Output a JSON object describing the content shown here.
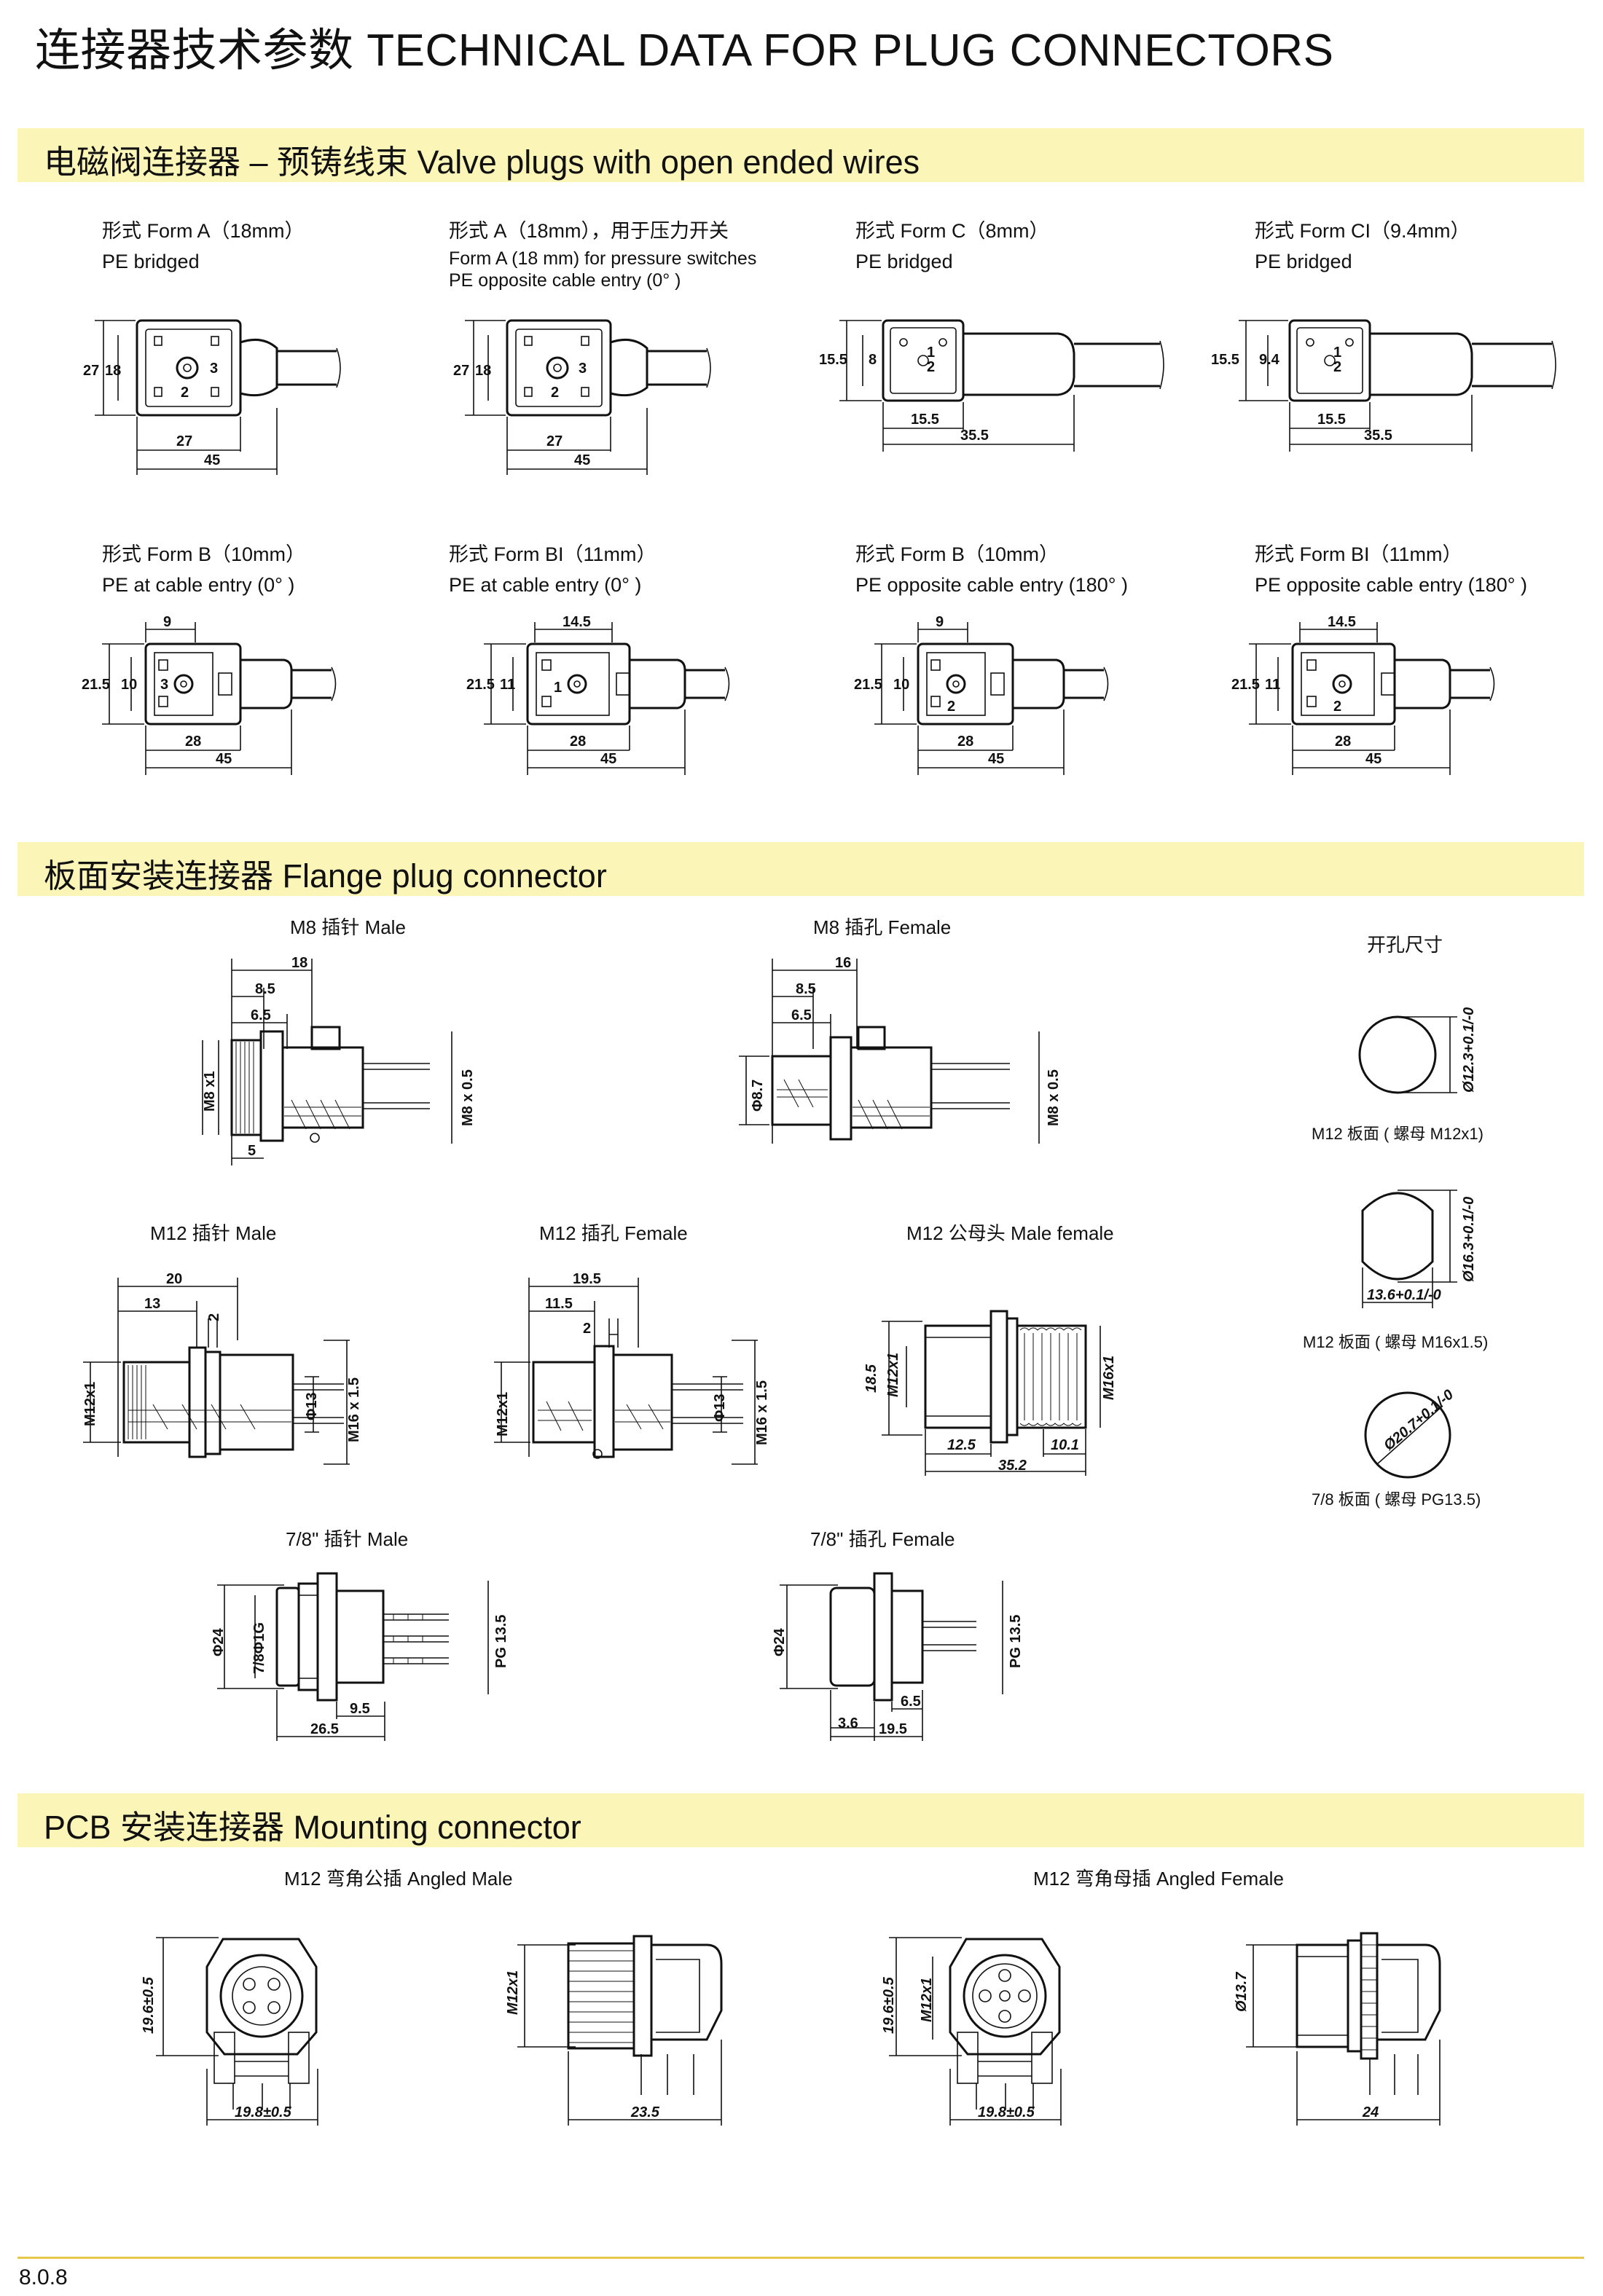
{
  "title": "连接器技术参数  TECHNICAL DATA FOR PLUG CONNECTORS",
  "sections": {
    "valve": "电磁阀连接器 – 预铸线束  Valve plugs with open ended wires",
    "flange": "板面安装连接器  Flange plug connector",
    "pcb": "PCB 安装连接器  Mounting connector"
  },
  "valve_captions": [
    {
      "l1": "形式 Form A（18mm）",
      "l2": "PE bridged",
      "l3": ""
    },
    {
      "l1": "形式 A（18mm），用于压力开关",
      "l2": "Form A (18 mm) for pressure switches",
      "l3": "PE opposite cable entry (0°  )"
    },
    {
      "l1": "形式 Form C（8mm）",
      "l2": "PE bridged",
      "l3": ""
    },
    {
      "l1": "形式 Form CI（9.4mm）",
      "l2": "PE bridged",
      "l3": ""
    },
    {
      "l1": "形式 Form B（10mm）",
      "l2": "PE at cable entry (0°  )",
      "l3": ""
    },
    {
      "l1": "形式 Form BI（11mm）",
      "l2": "PE at cable entry (0°  )",
      "l3": ""
    },
    {
      "l1": "形式 Form B（10mm）",
      "l2": "PE opposite cable entry (180°  )",
      "l3": ""
    },
    {
      "l1": "形式 Form BI（11mm）",
      "l2": "PE opposite cable entry (180°  )",
      "l3": ""
    }
  ],
  "valve_dims": [
    {
      "h1": "27",
      "h2": "18",
      "w1": "27",
      "w2": "45"
    },
    {
      "h1": "27",
      "h2": "18",
      "w1": "27",
      "w2": "45"
    },
    {
      "h1": "15.5",
      "h2": "8",
      "w1": "15.5",
      "w2": "35.5"
    },
    {
      "h1": "15.5",
      "h2": "9.4",
      "w1": "15.5",
      "w2": "35.5"
    },
    {
      "h1": "21.5",
      "h2": "10",
      "top": "9",
      "w1": "28",
      "w2": "45"
    },
    {
      "h1": "21.5",
      "h2": "11",
      "top": "14.5",
      "w1": "28",
      "w2": "45"
    },
    {
      "h1": "21.5",
      "h2": "10",
      "top": "9",
      "w1": "28",
      "w2": "45"
    },
    {
      "h1": "21.5",
      "h2": "11",
      "top": "14.5",
      "w1": "28",
      "w2": "45"
    }
  ],
  "flange_captions": {
    "m8_male": "M8 插针  Male",
    "m8_female": "M8 插孔  Female",
    "hole_size": "开孔尺寸",
    "m12_male": "M12 插针  Male",
    "m12_female": "M12 插孔  Female",
    "m12_mf": "M12 公母头  Male female",
    "hole_m12x1": "M12 板面 ( 螺母 M12x1)",
    "hole_m16": "M12 板面 ( 螺母 M16x1.5)",
    "hole_pg": "7/8 板面 ( 螺母 PG13.5)",
    "78_male": "7/8\" 插针  Male",
    "78_female": "7/8\" 插孔  Female"
  },
  "flange_dims": {
    "m8_male": {
      "a": "18",
      "b": "8.5",
      "c": "6.5",
      "d": "5",
      "e": "M8 x1",
      "f": "M8 x 0.5"
    },
    "m8_female": {
      "a": "16",
      "b": "8.5",
      "c": "6.5",
      "e": "Φ8.7",
      "f": "M8 x 0.5"
    },
    "m12_male": {
      "a": "20",
      "b": "13",
      "c": "2",
      "e": "M12x1",
      "f": "Φ13",
      "g": "M16 x 1.5"
    },
    "m12_female": {
      "a": "19.5",
      "b": "11.5",
      "c": "2",
      "e": "M12x1",
      "f": "Φ13",
      "g": "M16 x 1.5"
    },
    "m12_mf": {
      "a": "12.5",
      "b": "10.1",
      "c": "35.2",
      "e": "18.5",
      "f": "M12x1",
      "g": "M16x1"
    },
    "hole1": "Ø12.3+0.1/-0",
    "hole2a": "Ø16.3+0.1/-0",
    "hole2b": "13.6+0.1/-0",
    "hole3": "Ø20.7+0.1/-0",
    "78_male": {
      "a": "9.5",
      "b": "26.5",
      "e": "Φ24",
      "f": "7/8Φ1G",
      "g": "PG 13.5"
    },
    "78_female": {
      "a": "6.5",
      "b": "19.5",
      "c": "3.6",
      "e": "Φ24",
      "g": "PG 13.5"
    }
  },
  "pcb_captions": {
    "angled_male": "M12 弯角公插  Angled Male",
    "angled_female": "M12 弯角母插  Angled Female"
  },
  "pcb_dims": {
    "m_front_h": "19.6±0.5",
    "m_front_w": "19.8±0.5",
    "m_side_h": "M12x1",
    "m_side_w": "23.5",
    "f_front_h": "19.6±0.5",
    "f_front_h2": "M12x1",
    "f_front_w": "19.8±0.5",
    "f_side_h": "Ø13.7",
    "f_side_w": "24"
  },
  "page_number": "8.0.8"
}
